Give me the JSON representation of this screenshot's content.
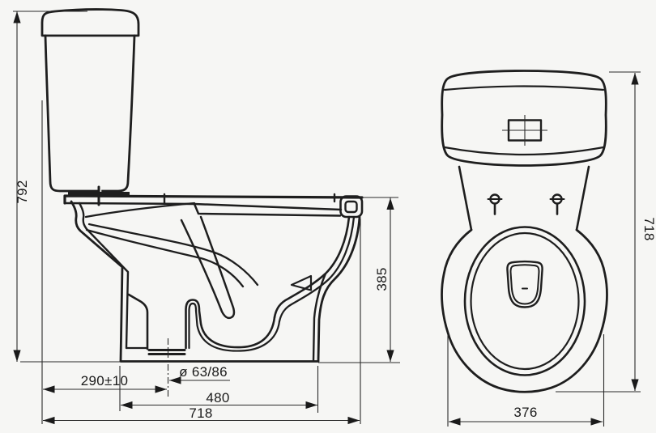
{
  "drawing_type": "toilet-technical-drawing",
  "colors": {
    "line": "#1e1e1e",
    "background": "#f6f6f4",
    "dimension": "#2a2a2a"
  },
  "side_view": {
    "overall_height": "792",
    "bowl_height": "385",
    "outlet_center_distance": "290±10",
    "outlet_diameter": "ø 63/86",
    "bowl_depth": "480",
    "overall_depth": "718"
  },
  "top_view": {
    "overall_depth": "718",
    "bowl_width": "376"
  }
}
